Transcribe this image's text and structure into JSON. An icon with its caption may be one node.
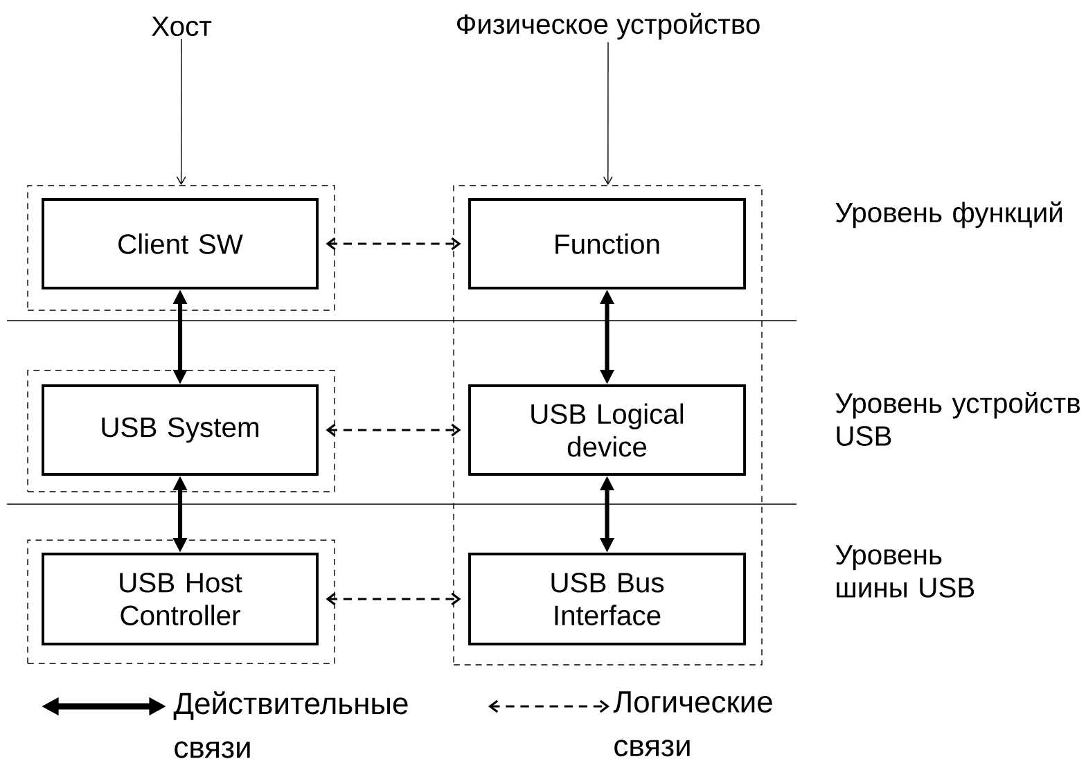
{
  "diagram": {
    "nodes": [
      {
        "text": [
          "Хост"
        ]
      },
      {
        "text": [
          "Физическое устройство"
        ]
      },
      {
        "text": [],
        "shape": "box"
      },
      {
        "text": [
          "Client SW"
        ],
        "in": 2
      },
      {
        "text": [],
        "shape": "box"
      },
      {
        "text": [
          "Function"
        ],
        "in": 4
      },
      {
        "text": [],
        "shape": "box"
      },
      {
        "text": [
          "USB System"
        ],
        "in": 6
      },
      {
        "text": [
          "USB Logical device"
        ],
        "in": 4
      },
      {
        "text": [],
        "shape": "box"
      },
      {
        "text": [
          "USB Host Controller"
        ],
        "in": 9
      },
      {
        "text": [
          "USB Bus Interface"
        ],
        "in": 4
      }
    ],
    "edges": [
      {
        "from": 0,
        "to": 2,
        "arrow": "to"
      },
      {
        "from": 1,
        "to": 4,
        "arrow": "to"
      },
      {
        "from": 3,
        "to": 5,
        "arrow": "both",
        "style": "dashed"
      },
      {
        "from": 7,
        "to": 8,
        "arrow": "both",
        "style": "dashed"
      },
      {
        "from": 10,
        "to": 11,
        "arrow": "both",
        "style": "dashed"
      },
      {
        "from": 3,
        "to": 7,
        "arrow": "both",
        "style": "thick"
      },
      {
        "from": 7,
        "to": 10,
        "arrow": "both",
        "style": "thick"
      },
      {
        "from": 5,
        "to": 8,
        "arrow": "both",
        "style": "thick"
      },
      {
        "from": 8,
        "to": 11,
        "arrow": "both",
        "style": "thick"
      }
    ],
    "labels": [
      "Уровень функций",
      "Уровень устройств USB",
      "Уровень шины USB"
    ],
    "legend": [
      {
        "text": "Действительные связи"
      },
      {
        "text": "Логические связи"
      }
    ]
  }
}
